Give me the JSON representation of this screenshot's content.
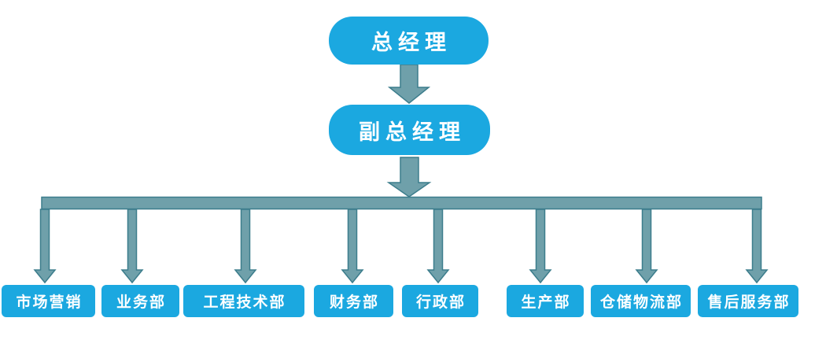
{
  "diagram": {
    "type": "org-chart",
    "nodes": {
      "root": {
        "label": "总经理"
      },
      "deputy": {
        "label": "副总经理"
      },
      "departments": [
        {
          "label": "市场营销"
        },
        {
          "label": "业务部"
        },
        {
          "label": "工程技术部"
        },
        {
          "label": "财务部"
        },
        {
          "label": "行政部"
        },
        {
          "label": "生产部"
        },
        {
          "label": "仓储物流部"
        },
        {
          "label": "售后服务部"
        }
      ]
    },
    "hierarchy": [
      {
        "parent": "总经理",
        "child": "副总经理"
      },
      {
        "parent": "副总经理",
        "children": [
          "市场营销",
          "业务部",
          "工程技术部",
          "财务部",
          "行政部",
          "生产部",
          "仓储物流部",
          "售后服务部"
        ]
      }
    ]
  },
  "colors": {
    "node_fill": "#1BA8E0",
    "node_text": "#FFFFFF",
    "connector_fill": "#6FA0AA",
    "connector_stroke": "#3C7D8C",
    "background": "#FFFFFF"
  }
}
